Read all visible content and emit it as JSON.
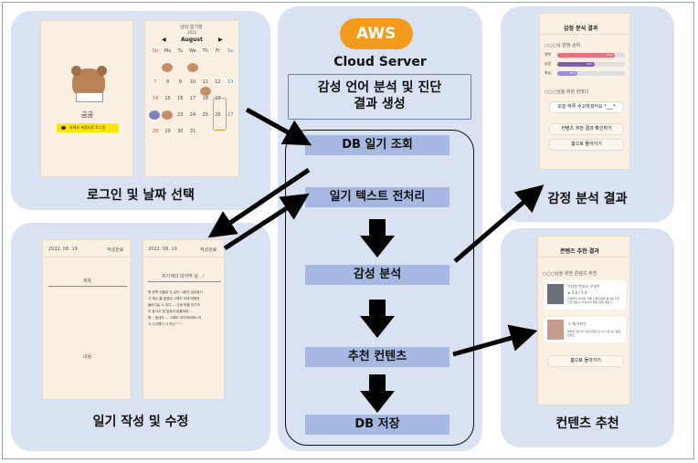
{
  "panels": {
    "login": {
      "caption": "로그인 및 날짜 선택"
    },
    "diary": {
      "caption": "일기 작성 및 수정"
    },
    "analysis": {
      "caption": "감정 분석 결과"
    },
    "content": {
      "caption": "컨텐츠 추천"
    }
  },
  "login_screen": {
    "title": "곰곰",
    "kakao_button": "카카오 계정으로 로그인"
  },
  "calendar": {
    "header": "냠의 일기장",
    "year": "2022",
    "month": "August",
    "weekdays": [
      "Su",
      "Mo",
      "Tu",
      "We",
      "Th",
      "Fr",
      "Sa"
    ],
    "days": [
      "",
      "",
      "",
      "",
      "",
      "",
      "",
      "7",
      "8",
      "9",
      "10",
      "11",
      "12",
      "13",
      "14",
      "15",
      "16",
      "17",
      "18",
      "19",
      "",
      "21",
      "22",
      "23",
      "24",
      "25",
      "26",
      "27",
      "28",
      "29",
      "30",
      "31",
      "",
      "",
      ""
    ]
  },
  "diary_edit": {
    "date": "2022. 08. 19",
    "done": "작성완료",
    "title_placeholder": "제목",
    "body_placeholder": "내용"
  },
  "diary_filled": {
    "date": "2022. 08. 19",
    "done": "작성완료",
    "title": "자기계의 마지막 날…!",
    "lines": [
      "뭐 한쪽 눈물날 것 같아 그동안 답답해서",
      "사 흑는 줄 알았네 그래도 이제 마음껏",
      "돌아다닐 수 있다 — 근데 하필 자가격",
      "리 끝나고 첫 일정이 팀플이라…",
      "흑 ·· 힘내자 … 그래도 자가격리하느라",
      "각 수고했다 나 자신 ^^"
    ]
  },
  "server": {
    "aws_logo": "AWS",
    "title": "Cloud Server",
    "goal": "감성 언어 분석 및 진단\n결과 생성",
    "steps": [
      "DB 일기 조회",
      "일기 텍스트 전처리",
      "감성 분석",
      "추천 컨텐츠",
      "DB 저장"
    ]
  },
  "analysis_screen": {
    "title": "감정 분석 결과",
    "ranking_label": "○○○님 감정 순위",
    "emotions": [
      {
        "name": "행복",
        "percent": 85,
        "color": "#e7717d",
        "label": "85%"
      },
      {
        "name": "슬픔",
        "percent": 55,
        "color": "#7b5ea7",
        "label": "55%"
      },
      {
        "name": "화남",
        "percent": 30,
        "color": "#9a8fd0",
        "label": "30%"
      }
    ],
    "message_label": "○○○님을 위한 한마디",
    "message": "오늘 하루 수고하셨어요 *___*",
    "buttons": [
      "컨텐츠 추천 결과 확인하기",
      "홈으로 돌아가기"
    ]
  },
  "content_screen": {
    "title": "콘텐츠 추천 결과",
    "subtitle": "○○○님을 위한 콘텐츠 추천",
    "items": [
      {
        "title": "이상한 변호사 우영우",
        "rating": "★ 5.0 / 5.0",
        "desc": "천재적인 두뇌와 자폐 스펙트럼을 동시에 가진 신입 변호사 우영우의 대형 로펌 생존기"
      },
      {
        "title": "그 해 우리는",
        "rating": "",
        "desc": "헤어진 연인이 다큐 촬영으로 다시 만나는 청춘 로맨스"
      }
    ],
    "home_button": "홈으로 돌아가기"
  }
}
